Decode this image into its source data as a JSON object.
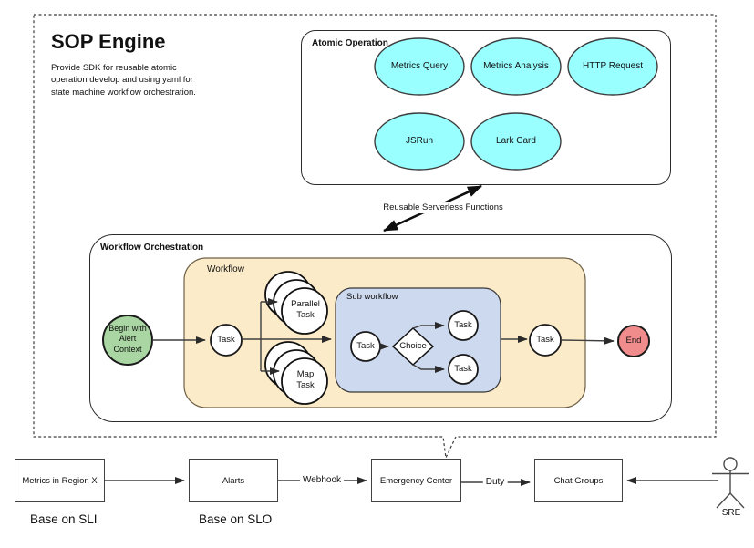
{
  "colors": {
    "cyan": "#99FFFF",
    "green": "#A9D6A2",
    "red": "#F08C8C",
    "tan": "#FBEBC8",
    "blue": "#CDD9EE"
  },
  "engine": {
    "title": "SOP Engine",
    "description": "Provide SDK for reusable atomic operation develop and using yaml for state machine workflow orchestration."
  },
  "atomic": {
    "label": "Atomic Operation",
    "functions": [
      "Metrics Query",
      "Metrics Analysis",
      "HTTP Request",
      "JSRun",
      "Lark Card"
    ]
  },
  "link": {
    "label": "Reusable Serverless Functions"
  },
  "orchestration": {
    "label": "Workflow Orchestration",
    "begin": "Begin with Alert Context",
    "end": "End",
    "workflow": {
      "label": "Workflow",
      "entry_task": "Task",
      "parallel_task": "Parallel Task",
      "map_task": "Map Task",
      "exit_task": "Task",
      "sub": {
        "label": "Sub workflow",
        "entry_task": "Task",
        "choice": "Choice",
        "branch_task_top": "Task",
        "branch_task_bottom": "Task"
      }
    }
  },
  "pipeline": {
    "boxes": [
      "Metrics in Region X",
      "Alarts",
      "Emergency Center",
      "Chat Groups"
    ],
    "edge_labels": {
      "webhook": "Webhook",
      "duty": "Duty"
    },
    "actor": "SRE",
    "captions": [
      "Base on SLI",
      "Base on SLO"
    ]
  }
}
